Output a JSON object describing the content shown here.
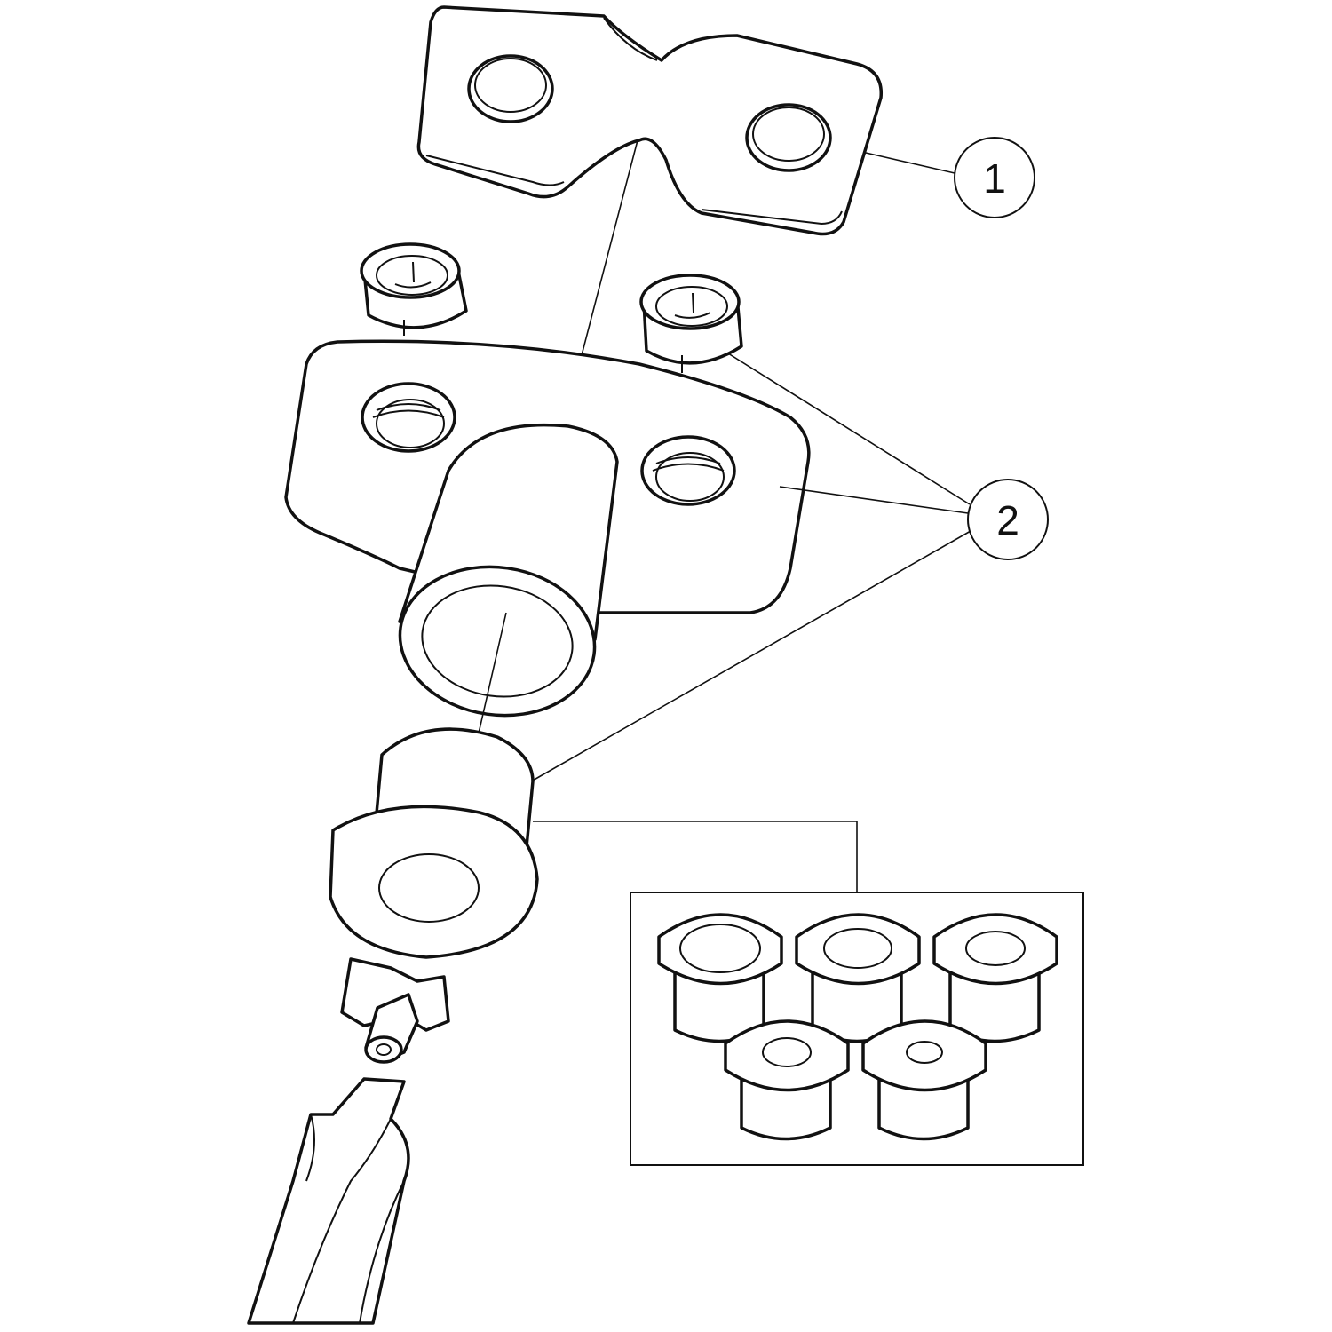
{
  "callouts": [
    {
      "label": "1",
      "part": "plate"
    },
    {
      "label": "2",
      "part": "seals-and-bushing"
    }
  ],
  "colors": {
    "line": "#111111",
    "background": "#ffffff"
  }
}
